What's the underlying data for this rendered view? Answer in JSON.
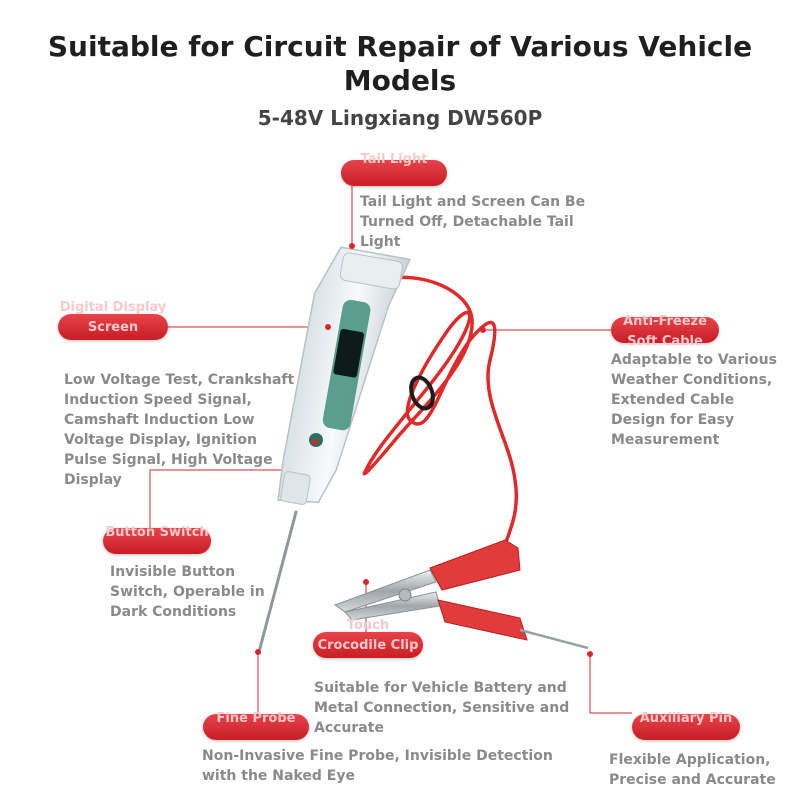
{
  "header": {
    "title": "Suitable for Circuit Repair of Various Vehicle Models",
    "subtitle": "5-48V Lingxiang DW560P"
  },
  "features": {
    "tail_light": {
      "label": "Tail Light",
      "description": "Tail Light and Screen Can Be Turned Off, Detachable Tail Light"
    },
    "digital_display": {
      "label": "Digital Display Screen",
      "description": "Low Voltage Test, Crankshaft Induction Speed Signal, Camshaft Induction Low Voltage Display, Ignition Pulse Signal, High Voltage Display"
    },
    "anti_freeze_cable": {
      "label": "Anti-Freeze Soft Cable",
      "description": "Adaptable to Various Weather Conditions, Extended Cable Design for Easy Measurement"
    },
    "button_switch": {
      "label": "Button Switch",
      "description": "Invisible Button Switch, Operable in Dark Conditions"
    },
    "crocodile_clip": {
      "label": "Touch Crocodile Clip",
      "description": "Suitable for Vehicle Battery and Metal Connection, Sensitive and Accurate"
    },
    "fine_probe": {
      "label": "Fine Probe",
      "description": "Non-Invasive Fine Probe, Invisible Detection with the Naked Eye"
    },
    "auxiliary_pin": {
      "label": "Auxiliary Pin",
      "description": "Flexible Application, Precise and Accurate"
    }
  },
  "colors": {
    "accent": "#d9252d",
    "description_text": "#8a8a8a",
    "title_text": "#1f1f1f"
  }
}
